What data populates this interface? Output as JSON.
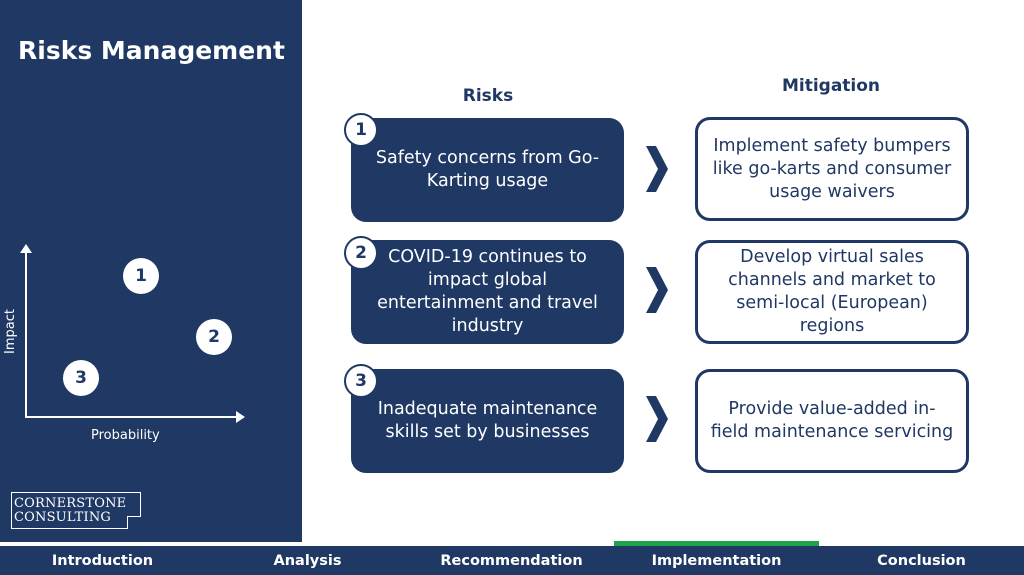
{
  "sidebar": {
    "title": "Risks Management",
    "matrix": {
      "y_label": "Impact",
      "x_label": "Probability",
      "points": [
        "1",
        "2",
        "3"
      ]
    },
    "logo": {
      "line1": "CORNERSTONE",
      "line2": "CONSULTING"
    }
  },
  "columns": {
    "risks": "Risks",
    "mitigation": "Mitigation"
  },
  "rows": [
    {
      "number": "1",
      "risk": "Safety concerns from Go-Karting usage",
      "mitigation": "Implement safety bumpers like go-karts and consumer usage waivers"
    },
    {
      "number": "2",
      "risk": "COVID-19 continues to impact global entertainment and travel industry",
      "mitigation": "Develop virtual sales channels and market to semi-local (European) regions"
    },
    {
      "number": "3",
      "risk": "Inadequate maintenance skills set by businesses",
      "mitigation": "Provide value-added in-field maintenance servicing"
    }
  ],
  "nav": {
    "items": [
      "Introduction",
      "Analysis",
      "Recommendation",
      "Implementation",
      "Conclusion"
    ],
    "active": "Implementation"
  },
  "colors": {
    "navy": "#1f3864",
    "accent_green": "#1fa34a",
    "white": "#ffffff"
  }
}
